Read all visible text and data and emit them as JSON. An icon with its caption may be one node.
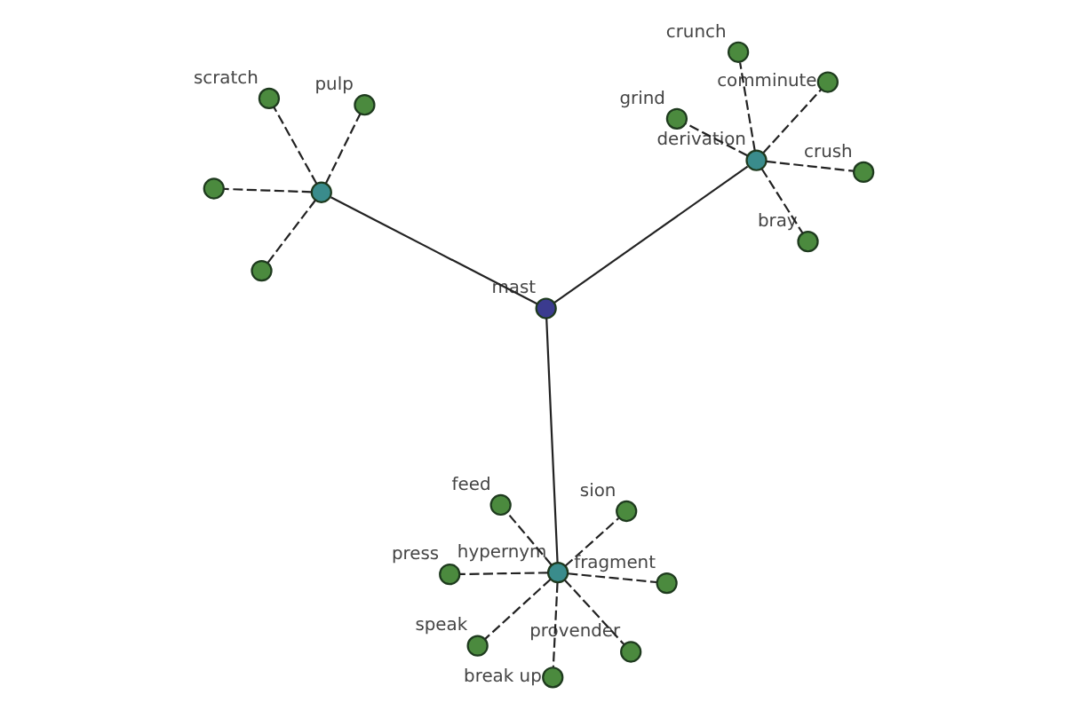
{
  "diagram": {
    "nodes": [
      {
        "text": [
          "mast"
        ]
      },
      {
        "text": [
          "hypernym"
        ]
      },
      {
        "text": [
          "derivation"
        ]
      },
      {
        "text": [],
        "shape": "circle"
      },
      {
        "text": [
          "sion"
        ]
      },
      {
        "text": [
          "feed"
        ]
      },
      {
        "text": [
          "speak"
        ]
      },
      {
        "text": [
          "fragment"
        ]
      },
      {
        "text": [
          "press"
        ]
      },
      {
        "text": [
          "provender"
        ]
      },
      {
        "text": [
          "break up"
        ]
      },
      {
        "text": [
          "grind"
        ]
      },
      {
        "text": [
          "crush"
        ]
      },
      {
        "text": [
          "comminute"
        ]
      },
      {
        "text": [
          "crunch"
        ]
      },
      {
        "text": [
          "bray"
        ]
      },
      {
        "text": [
          "pulp"
        ]
      },
      {
        "text": [
          "scratch"
        ]
      },
      {
        "text": [],
        "shape": "circle"
      },
      {
        "text": [],
        "shape": "circle"
      }
    ],
    "edges": [
      {
        "from": 0,
        "to": 1,
        "arrow": "none"
      },
      {
        "from": 0,
        "to": 2,
        "arrow": "none"
      },
      {
        "from": 0,
        "to": 3,
        "arrow": "none"
      },
      {
        "from": 1,
        "to": 4,
        "arrow": "none",
        "style": "dashed"
      },
      {
        "from": 1,
        "to": 5,
        "arrow": "none",
        "style": "dashed"
      },
      {
        "from": 1,
        "to": 6,
        "arrow": "none",
        "style": "dashed"
      },
      {
        "from": 1,
        "to": 7,
        "arrow": "none",
        "style": "dashed"
      },
      {
        "from": 1,
        "to": 8,
        "arrow": "none",
        "style": "dashed"
      },
      {
        "from": 1,
        "to": 9,
        "arrow": "none",
        "style": "dashed"
      },
      {
        "from": 1,
        "to": 10,
        "arrow": "none",
        "style": "dashed"
      },
      {
        "from": 2,
        "to": 11,
        "arrow": "none",
        "style": "dashed"
      },
      {
        "from": 2,
        "to": 12,
        "arrow": "none",
        "style": "dashed"
      },
      {
        "from": 2,
        "to": 13,
        "arrow": "none",
        "style": "dashed"
      },
      {
        "from": 2,
        "to": 14,
        "arrow": "none",
        "style": "dashed"
      },
      {
        "from": 2,
        "to": 15,
        "arrow": "none",
        "style": "dashed"
      },
      {
        "from": 3,
        "to": 16,
        "arrow": "none",
        "style": "dashed"
      },
      {
        "from": 3,
        "to": 17,
        "arrow": "none",
        "style": "dashed"
      },
      {
        "from": 3,
        "to": 18,
        "arrow": "none",
        "style": "dashed"
      },
      {
        "from": 3,
        "to": 19,
        "arrow": "none",
        "style": "dashed"
      }
    ]
  }
}
